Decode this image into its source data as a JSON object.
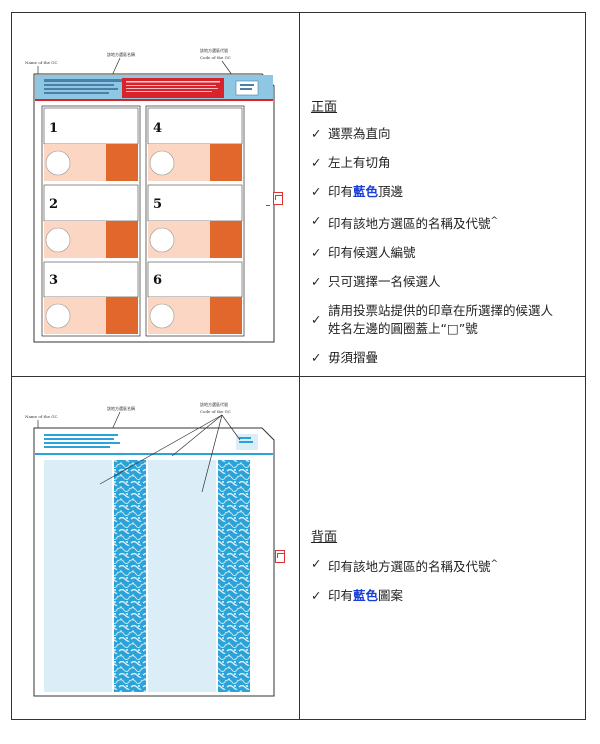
{
  "front": {
    "heading": "正面",
    "items": [
      {
        "text": "選票為直向"
      },
      {
        "text": "左上有切角"
      },
      {
        "pre": "印有",
        "blue": "藍色",
        "post": "頂邊"
      },
      {
        "text": "印有該地方選區的名稱及代號",
        "sup": "^"
      },
      {
        "text": "印有候選人編號"
      },
      {
        "text": "只可選擇一名候選人"
      },
      {
        "line1": "請用投票站提供的印章在所選擇的候選人",
        "line2": "姓名左邊的圓圈蓋上“",
        "mark": "□",
        "line2b": "”號"
      },
      {
        "text": "毋須摺疊"
      }
    ],
    "diagram": {
      "label_name": "Name of the GC",
      "label_zh": "該地方選區名稱",
      "label_zh2": "該地方選區代號",
      "label_code": "Code of the GC",
      "candidate_numbers": [
        "1",
        "4",
        "2",
        "5",
        "3",
        "6"
      ],
      "colors": {
        "header": "#8fc7e3",
        "stamp": "#e1672c",
        "row": "#fbd6c2",
        "red_band": "#d8232a"
      }
    }
  },
  "back": {
    "heading": "背面",
    "items": [
      {
        "text": "印有該地方選區的名稱及代號",
        "sup": "^"
      },
      {
        "pre": "印有",
        "blue": "藍色",
        "post": "圖案"
      }
    ],
    "diagram": {
      "label_name": "Name of the GC",
      "label_zh": "該地方選區名稱",
      "label_zh2": "該地方選區代號",
      "label_code": "Code of the GC",
      "colors": {
        "light": "#dbeef7",
        "pattern": "#2aa3d8"
      }
    }
  }
}
